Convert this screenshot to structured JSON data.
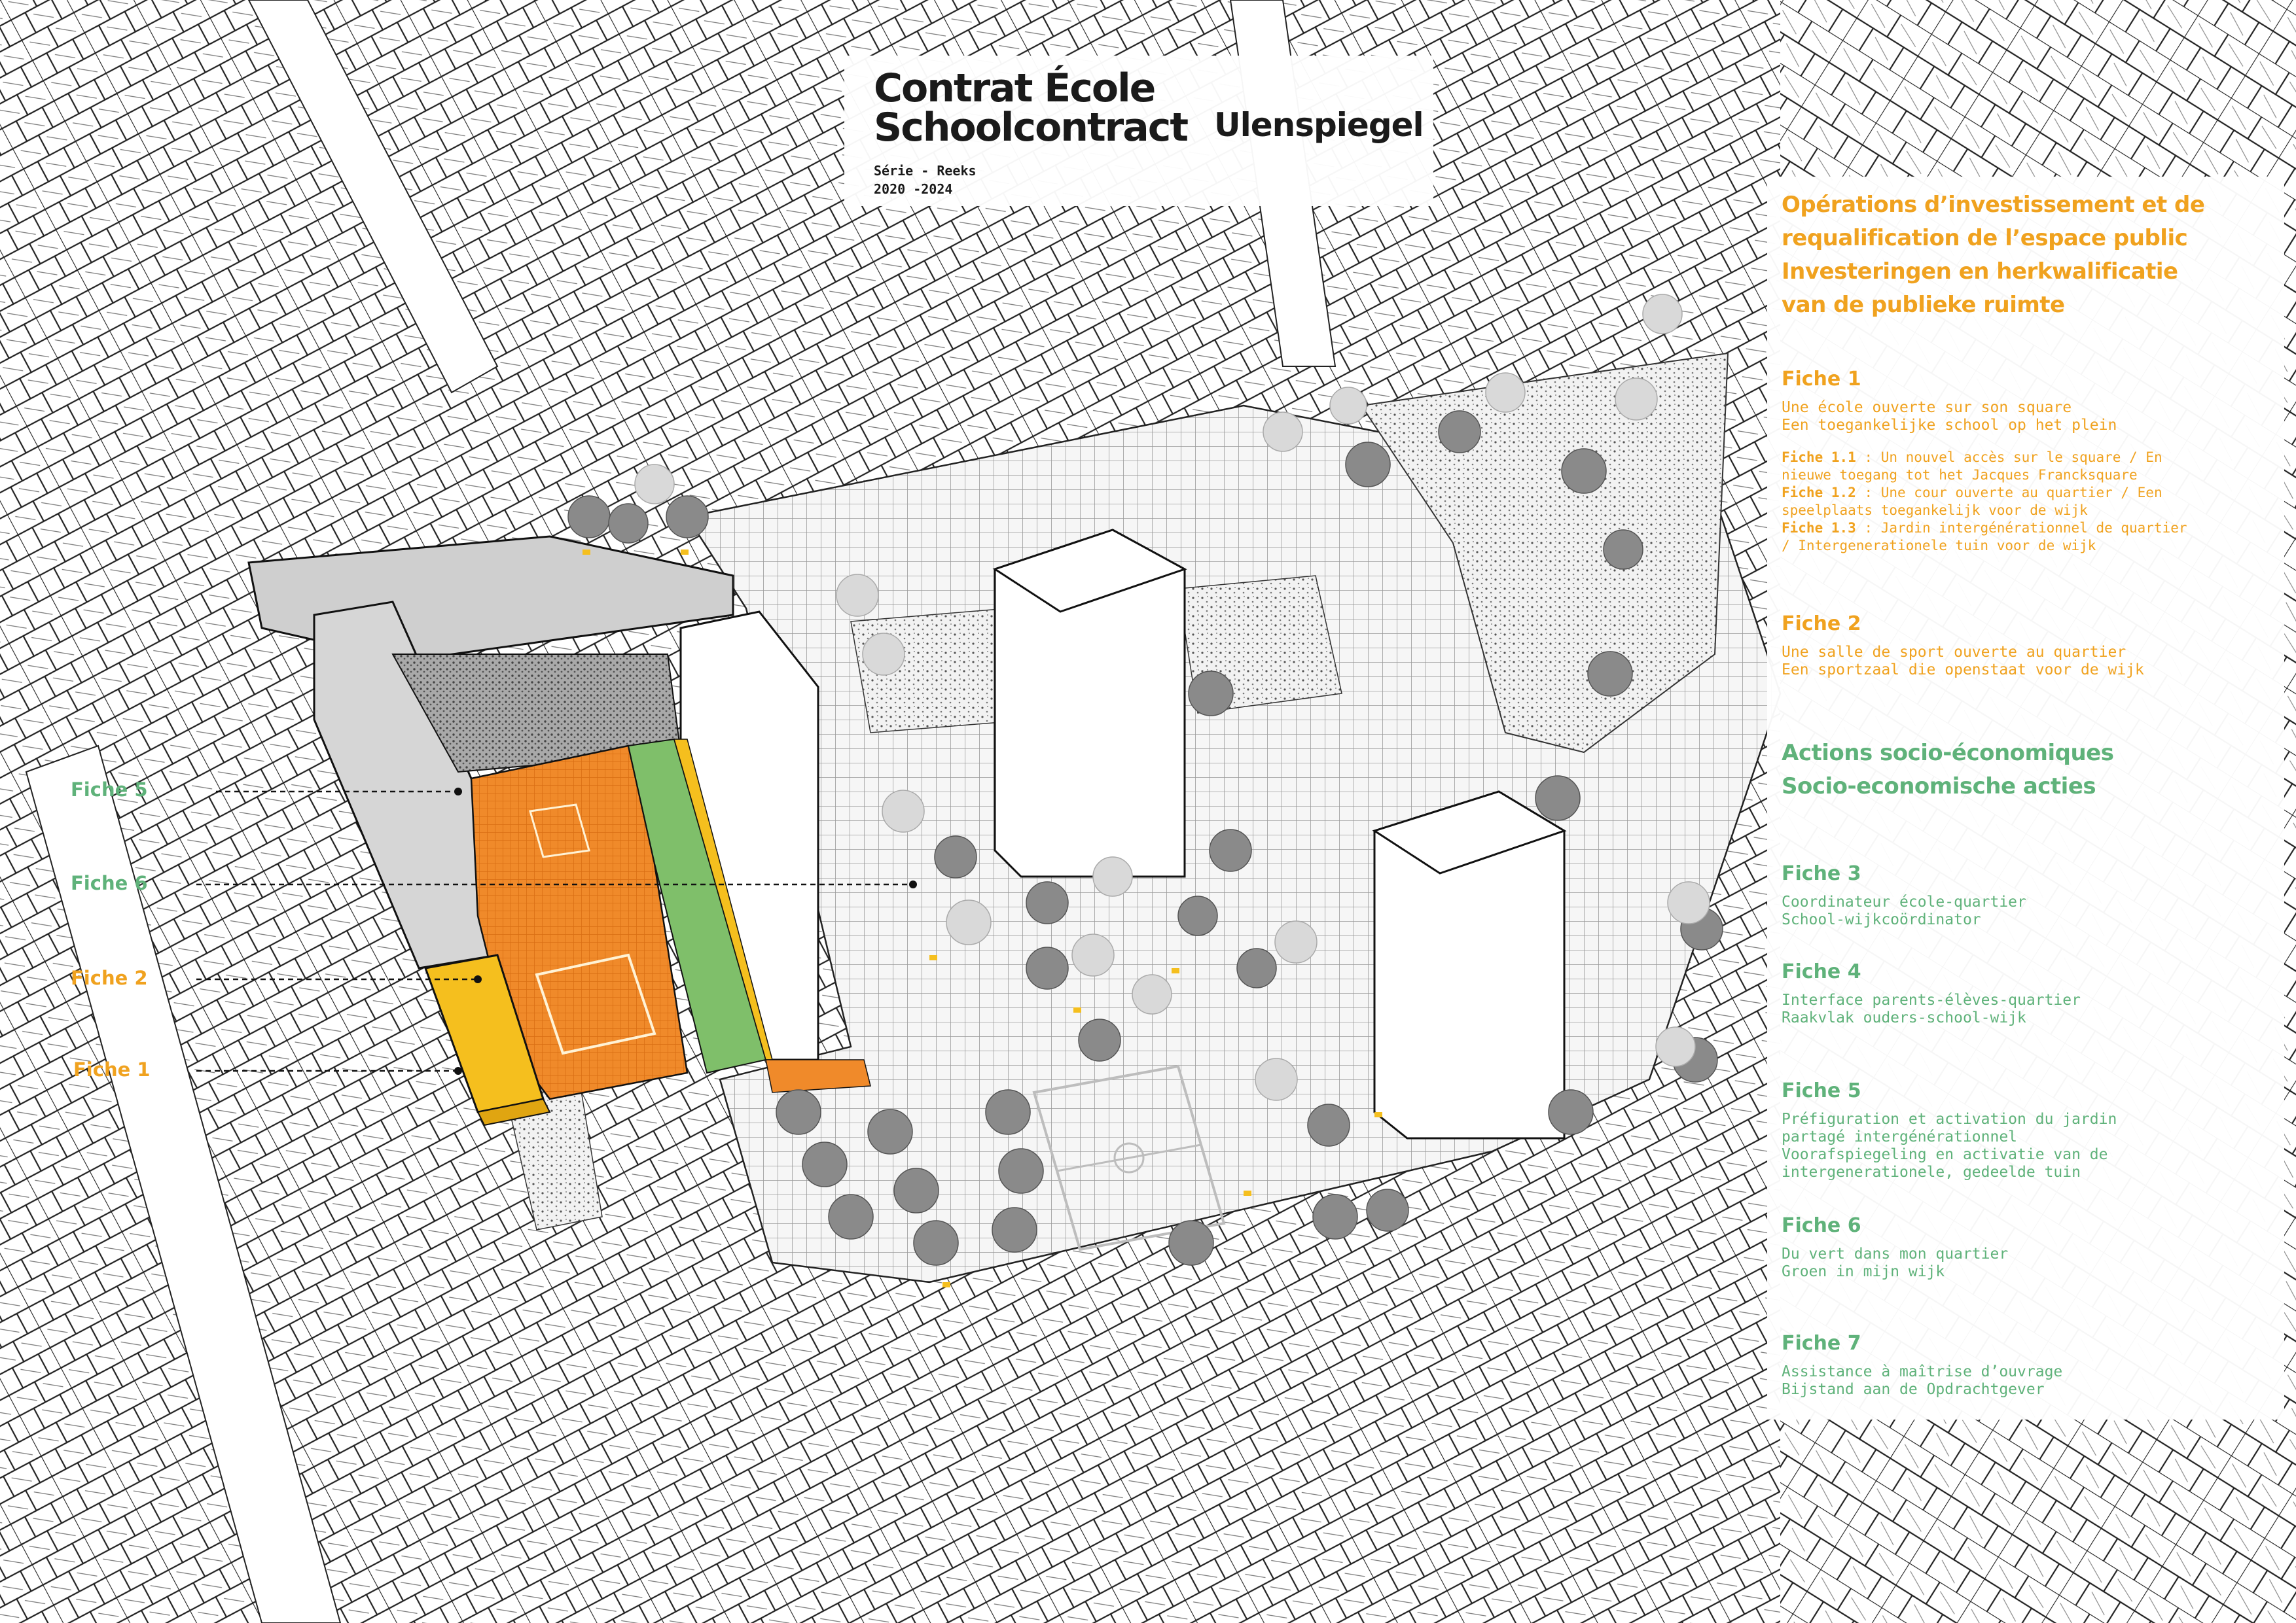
{
  "header": {
    "title_fr": "Contrat École",
    "title_nl": "Schoolcontract",
    "series_label": "Série - Reeks",
    "years": "2020 -2024",
    "school_name": "Ulenspiegel"
  },
  "sections": {
    "investment_title": [
      "Opérations d’investissement et de",
      "requalification de l’espace public",
      "Investeringen en herkwalificatie",
      "van de publieke ruimte"
    ],
    "socio_title": [
      "Actions socio-économiques",
      "Socio-economische acties"
    ]
  },
  "fiches": {
    "fiche1": {
      "title": "Fiche 1",
      "line1": "Une école ouverte sur son square",
      "line2": "Een toegankelijke school op het plein",
      "sub": [
        {
          "label": "Fiche 1.1",
          "text": " : Un nouvel accès sur le square / En"
        },
        {
          "label": "",
          "text": "nieuwe toegang tot het Jacques Francksquare"
        },
        {
          "label": "Fiche 1.2",
          "text": " : Une cour ouverte au quartier / Een"
        },
        {
          "label": "",
          "text": "speelplaats toegankelijk voor de wijk"
        },
        {
          "label": "Fiche 1.3",
          "text": " : Jardin intergénérationnel de quartier"
        },
        {
          "label": "",
          "text": "/ Intergenerationele tuin voor de wijk"
        }
      ]
    },
    "fiche2": {
      "title": "Fiche 2",
      "line1": "Une salle de sport ouverte au quartier",
      "line2": "Een sportzaal die openstaat voor de wijk"
    },
    "fiche3": {
      "title": "Fiche 3",
      "line1": "Coordinateur école-quartier",
      "line2": "School-wijkcoördinator"
    },
    "fiche4": {
      "title": "Fiche 4",
      "line1": "Interface parents-élèves-quartier",
      "line2": "Raakvlak ouders-school-wijk"
    },
    "fiche5": {
      "title": "Fiche 5",
      "line1": "Préfiguration et activation du jardin",
      "line2": "partagé intergénérationnel",
      "line3": "Voorafspiegeling en activatie van de",
      "line4": "intergenerationele, gedeelde tuin"
    },
    "fiche6": {
      "title": "Fiche 6",
      "line1": "Du vert dans mon quartier",
      "line2": "Groen in mijn wijk"
    },
    "fiche7": {
      "title": "Fiche 7",
      "line1": "Assistance à maîtrise d’ouvrage",
      "line2": "Bijstand aan de Opdrachtgever"
    }
  },
  "map_labels": {
    "fiche5": "Fiche 5",
    "fiche6": "Fiche 6",
    "fiche2": "Fiche 2",
    "fiche1": "Fiche 1"
  },
  "colors": {
    "orange": "#f0a21f",
    "green": "#5fb27a",
    "playground": "#f08a2a",
    "gym": "#f5bf1e",
    "garden": "#5aa860"
  }
}
